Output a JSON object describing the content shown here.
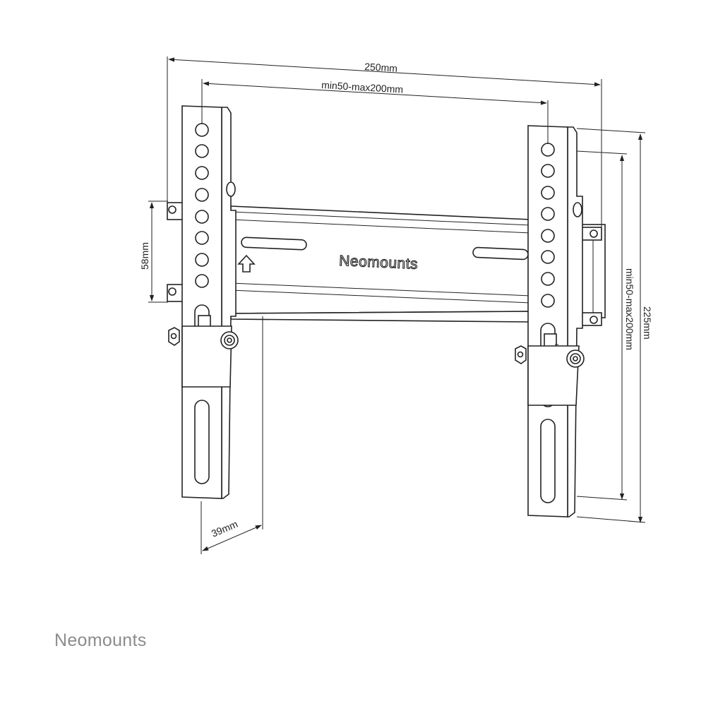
{
  "dimensions": {
    "total_width": "250mm",
    "vesa_horizontal": "min50-max200mm",
    "bracket_height": "225mm",
    "vesa_vertical": "min50-max200mm",
    "rail_spacing": "58mm",
    "depth": "39mm"
  },
  "bar_brand": "Neomounts",
  "footer_brand": "Neomounts",
  "colors": {
    "line": "#222222",
    "footer_logo": "#8c8c8c",
    "background": "#ffffff"
  },
  "icons": {
    "bar_arrow": "up-arrow-icon"
  }
}
